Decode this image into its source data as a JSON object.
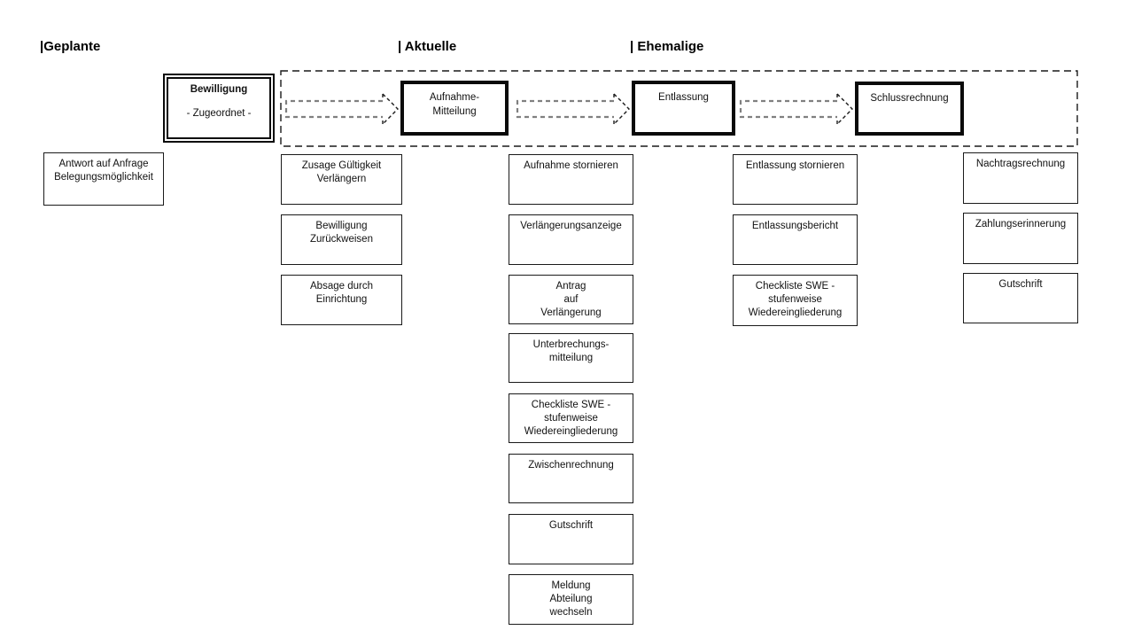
{
  "headers": {
    "geplante": "|Geplante",
    "aktuelle": "| Aktuelle",
    "ehemalige": "| Ehemalige"
  },
  "stages": {
    "bewilligung": {
      "title": "Bewilligung",
      "subtitle": "- Zugeordnet -"
    },
    "aufnahme": {
      "label": "Aufnahme-\nMitteilung"
    },
    "entlassung": {
      "label": "Entlassung"
    },
    "schlussrechnung": {
      "label": "Schlussrechnung"
    }
  },
  "actions": {
    "geplante": [
      {
        "label": "Antwort auf Anfrage\nBelegungsmöglichkeit"
      }
    ],
    "bewilligung": [
      {
        "label": "Zusage Gültigkeit\nVerlängern"
      },
      {
        "label": "Bewilligung\nZurückweisen"
      },
      {
        "label": "Absage durch\nEinrichtung"
      }
    ],
    "aufnahme": [
      {
        "label": "Aufnahme stornieren"
      },
      {
        "label": "Verlängerungsanzeige"
      },
      {
        "label": "Antrag\nauf\nVerlängerung"
      },
      {
        "label": "Unterbrechungs-\nmitteilung"
      },
      {
        "label": "Checkliste SWE -\nstufenweise\nWiedereingliederung"
      },
      {
        "label": "Zwischenrechnung"
      },
      {
        "label": "Gutschrift"
      },
      {
        "label": "Meldung\nAbteilung\nwechseln"
      }
    ],
    "entlassung": [
      {
        "label": "Entlassung stornieren"
      },
      {
        "label": "Entlassungsbericht"
      },
      {
        "label": "Checkliste SWE -\nstufenweise\nWiedereingliederung"
      }
    ],
    "schlussrechnung": [
      {
        "label": "Nachtragsrechnung"
      },
      {
        "label": "Zahlungserinnerung"
      },
      {
        "label": "Gutschrift"
      }
    ]
  },
  "colors": {
    "background": "#ffffff",
    "box_border": "#0a0a0a",
    "action_border": "#1a1a1a",
    "dashed_border": "#1a1a1a",
    "arrow_shaft": "#808080",
    "arrow_head": "#1a1a1a",
    "text": "#111111"
  }
}
